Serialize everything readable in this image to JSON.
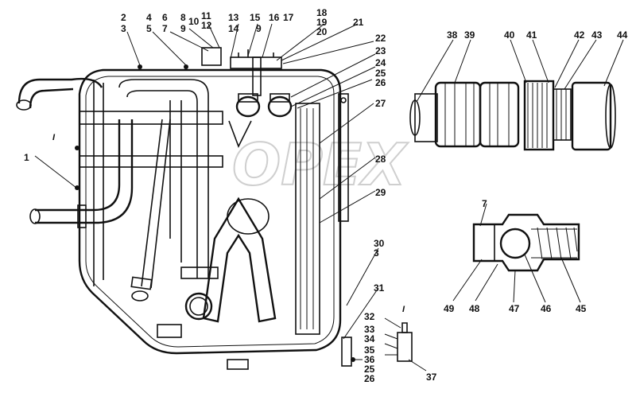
{
  "watermark": "OPEX",
  "view_mark": "I",
  "callouts": [
    {
      "id": "c2",
      "text": "2"
    },
    {
      "id": "c3",
      "text": "3"
    },
    {
      "id": "c4",
      "text": "4"
    },
    {
      "id": "c5",
      "text": "5"
    },
    {
      "id": "c6",
      "text": "6"
    },
    {
      "id": "c7",
      "text": "7"
    },
    {
      "id": "c8",
      "text": "8"
    },
    {
      "id": "c9",
      "text": "9"
    },
    {
      "id": "c10",
      "text": "10"
    },
    {
      "id": "c11",
      "text": "11"
    },
    {
      "id": "c12",
      "text": "12"
    },
    {
      "id": "c13",
      "text": "13"
    },
    {
      "id": "c14",
      "text": "14"
    },
    {
      "id": "c15",
      "text": "15"
    },
    {
      "id": "c16",
      "text": "16"
    },
    {
      "id": "c9b",
      "text": "9"
    },
    {
      "id": "c17",
      "text": "17"
    },
    {
      "id": "c18",
      "text": "18"
    },
    {
      "id": "c19",
      "text": "19"
    },
    {
      "id": "c20",
      "text": "20"
    },
    {
      "id": "c21",
      "text": "21"
    },
    {
      "id": "c22",
      "text": "22"
    },
    {
      "id": "c23",
      "text": "23"
    },
    {
      "id": "c24",
      "text": "24"
    },
    {
      "id": "c25",
      "text": "25"
    },
    {
      "id": "c26",
      "text": "26"
    },
    {
      "id": "c27",
      "text": "27"
    },
    {
      "id": "c28",
      "text": "28"
    },
    {
      "id": "c29",
      "text": "29"
    },
    {
      "id": "c1",
      "text": "1"
    },
    {
      "id": "c30",
      "text": "30"
    },
    {
      "id": "c3b",
      "text": "3"
    },
    {
      "id": "c31",
      "text": "31"
    },
    {
      "id": "c32",
      "text": "32"
    },
    {
      "id": "c33",
      "text": "33"
    },
    {
      "id": "c34",
      "text": "34"
    },
    {
      "id": "c35",
      "text": "35"
    },
    {
      "id": "c36",
      "text": "36"
    },
    {
      "id": "c25b",
      "text": "25"
    },
    {
      "id": "c26b",
      "text": "26"
    },
    {
      "id": "c37",
      "text": "37"
    },
    {
      "id": "c38",
      "text": "38"
    },
    {
      "id": "c39",
      "text": "39"
    },
    {
      "id": "c40",
      "text": "40"
    },
    {
      "id": "c41",
      "text": "41"
    },
    {
      "id": "c42",
      "text": "42"
    },
    {
      "id": "c43",
      "text": "43"
    },
    {
      "id": "c44",
      "text": "44"
    },
    {
      "id": "c7b",
      "text": "7"
    },
    {
      "id": "c49",
      "text": "49"
    },
    {
      "id": "c48",
      "text": "48"
    },
    {
      "id": "c47",
      "text": "47"
    },
    {
      "id": "c46",
      "text": "46"
    },
    {
      "id": "c45",
      "text": "45"
    }
  ]
}
